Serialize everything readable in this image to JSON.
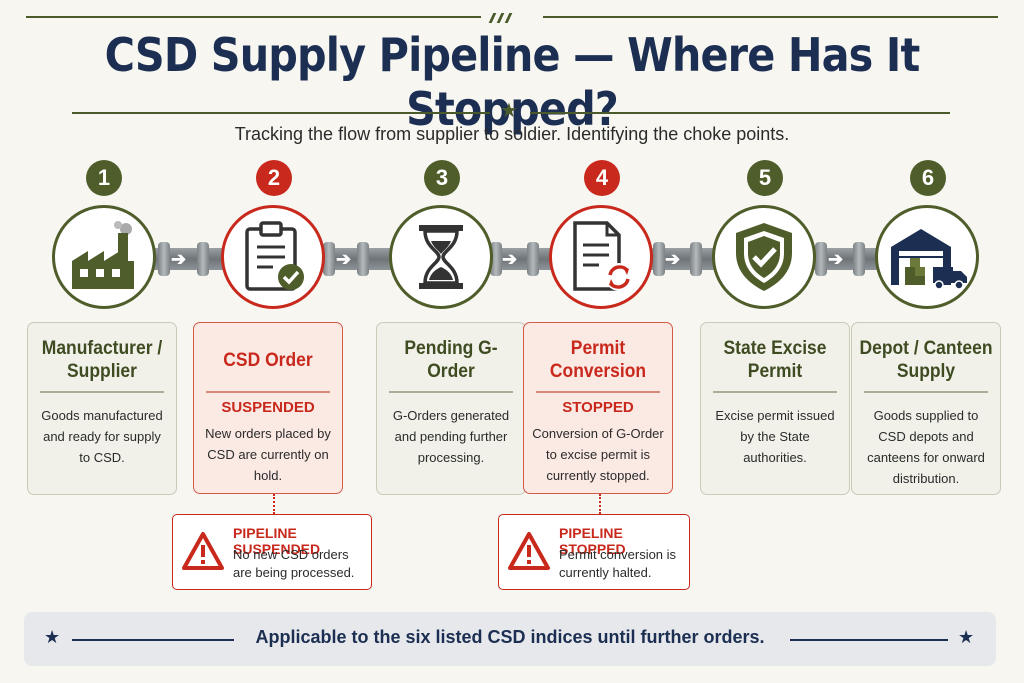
{
  "header": {
    "title": "CSD Supply Pipeline — Where Has It Stopped?",
    "subtitle": "Tracking the flow from supplier to soldier. Identifying the choke points."
  },
  "stages": [
    {
      "number": "1",
      "title": "Manufacturer / Supplier",
      "status": "",
      "description": "Goods manufactured and ready for supply to CSD.",
      "state": "ok",
      "icon": "factory-icon"
    },
    {
      "number": "2",
      "title": "CSD Order",
      "status": "SUSPENDED",
      "description": "New orders placed by CSD are currently on hold.",
      "state": "blocked",
      "icon": "clipboard-check-icon"
    },
    {
      "number": "3",
      "title": "Pending G-Order",
      "status": "",
      "description": "G-Orders generated and pending further processing.",
      "state": "ok",
      "icon": "hourglass-icon"
    },
    {
      "number": "4",
      "title": "Permit Conversion",
      "status": "STOPPED",
      "description": "Conversion of G-Order to excise permit is currently stopped.",
      "state": "blocked",
      "icon": "document-refresh-icon"
    },
    {
      "number": "5",
      "title": "State Excise Permit",
      "status": "",
      "description": "Excise permit issued by the State authorities.",
      "state": "ok",
      "icon": "shield-check-icon"
    },
    {
      "number": "6",
      "title": "Depot / Canteen Supply",
      "status": "",
      "description": "Goods supplied to CSD depots and canteens for onward distribution.",
      "state": "ok",
      "icon": "warehouse-truck-icon"
    }
  ],
  "alerts": [
    {
      "title": "PIPELINE SUSPENDED",
      "body": "No new CSD orders are being processed.",
      "icon": "warning-icon"
    },
    {
      "title": "PIPELINE STOPPED",
      "body": "Permit conversion is currently halted.",
      "icon": "warning-icon"
    }
  ],
  "footer": {
    "text": "Applicable to the six listed CSD indices until further orders."
  },
  "colors": {
    "olive": "#4e5d2a",
    "red": "#c8291c",
    "navy": "#1c2f52",
    "background": "#f7f6f1"
  }
}
